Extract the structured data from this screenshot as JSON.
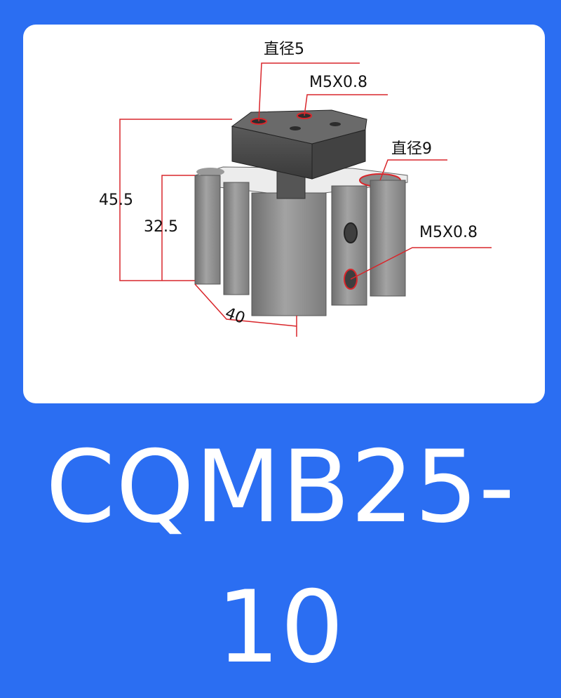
{
  "product": {
    "model": "CQMB25-10"
  },
  "dimensions": {
    "rod_hole_diameter": "直径5",
    "rod_thread": "M5X0.8",
    "mount_hole_diameter": "直径9",
    "port_thread": "M5X0.8",
    "total_height": "45.5",
    "body_height": "32.5",
    "body_width": "40"
  },
  "colors": {
    "background": "#2b6ef2",
    "card": "#ffffff",
    "dimension_line": "#d9262b",
    "cylinder_body": "#8e8e8e",
    "cylinder_top": "#4a4a4a"
  }
}
